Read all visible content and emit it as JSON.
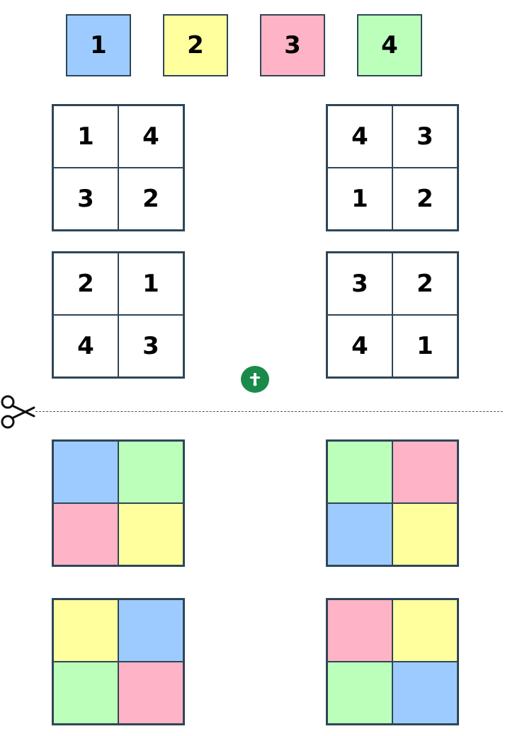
{
  "key": [
    {
      "label": "1",
      "color": "#9ecbff"
    },
    {
      "label": "2",
      "color": "#ffff9e"
    },
    {
      "label": "3",
      "color": "#ffb3c6"
    },
    {
      "label": "4",
      "color": "#bbffbb"
    }
  ],
  "number_puzzles": [
    [
      "1",
      "4",
      "3",
      "2"
    ],
    [
      "4",
      "3",
      "1",
      "2"
    ],
    [
      "2",
      "1",
      "4",
      "3"
    ],
    [
      "3",
      "2",
      "4",
      "1"
    ]
  ],
  "color_puzzles": [
    [
      "#9ecbff",
      "#bbffbb",
      "#ffb3c6",
      "#ffff9e"
    ],
    [
      "#bbffbb",
      "#ffb3c6",
      "#9ecbff",
      "#ffff9e"
    ],
    [
      "#ffff9e",
      "#9ecbff",
      "#bbffbb",
      "#ffb3c6"
    ],
    [
      "#ffb3c6",
      "#ffff9e",
      "#bbffbb",
      "#9ecbff"
    ]
  ],
  "icons": {
    "cut": "scissors-icon",
    "logo": "logo-badge-icon"
  }
}
